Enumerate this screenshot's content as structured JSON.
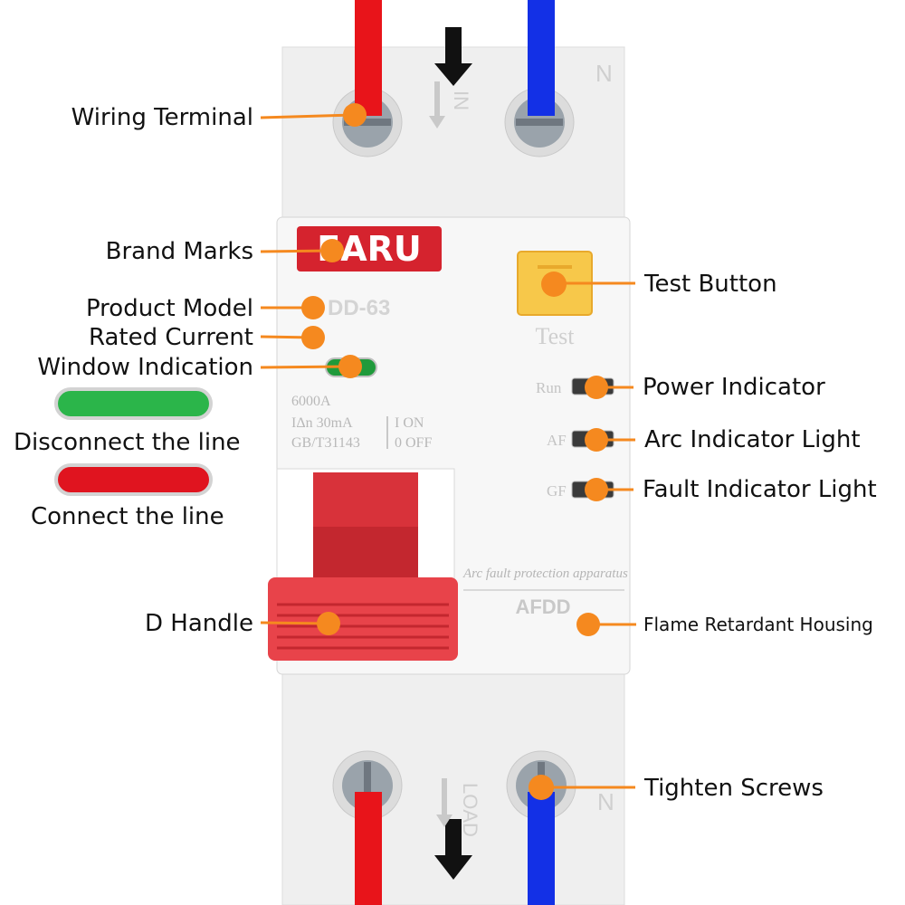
{
  "device": {
    "brand": "EARU",
    "model_partial": "DD-63",
    "top_terminal_left_label": "IN",
    "top_terminal_right_label": "N",
    "bottom_terminal_left_label": "LOAD",
    "bottom_terminal_right_label": "N",
    "test_label": "Test",
    "indicators": [
      "Run",
      "AF",
      "GF"
    ],
    "spec_line_1": "6000A",
    "spec_line_2a": "IΔn  30mA",
    "spec_line_2b": "I   ON",
    "spec_line_3a": "GB/T31143",
    "spec_line_3b": "0   OFF",
    "product_desc": "Arc fault protection apparatus",
    "product_type": "AFDD"
  },
  "callouts": {
    "wiring_terminal": "Wiring Terminal",
    "brand_marks": "Brand Marks",
    "product_model": "Product Model",
    "rated_current": "Rated Current",
    "window_indication": "Window Indication",
    "disconnect_line": "Disconnect the line",
    "connect_line": "Connect the line",
    "d_handle": "D Handle",
    "test_button": "Test Button",
    "power_indicator": "Power Indicator",
    "arc_indicator": "Arc Indicator Light",
    "fault_indicator": "Fault Indicator Light",
    "flame_housing": "Flame Retardant Housing",
    "tighten_screws": "Tighten Screws"
  },
  "colors": {
    "accent": "#f5891f",
    "live_wire": "#e8141a",
    "neutral_wire": "#1330e6",
    "handle": "#e8434a",
    "test_button": "#f7c84a",
    "brand": "#d5232e",
    "indicator_green": "#2bb54a",
    "indicator_red": "#e0141f"
  }
}
